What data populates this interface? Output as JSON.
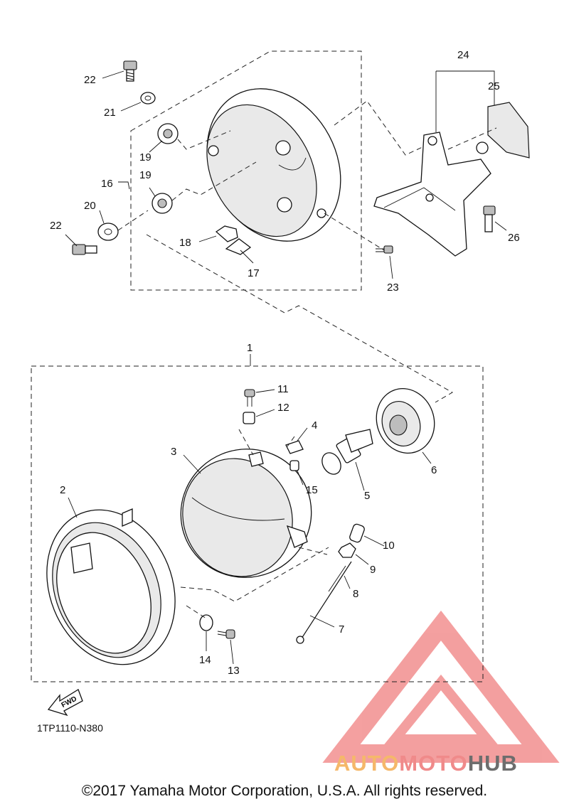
{
  "diagram": {
    "part_callouts": {
      "p1": "1",
      "p2": "2",
      "p3": "3",
      "p4": "4",
      "p5": "5",
      "p6": "6",
      "p7": "7",
      "p8": "8",
      "p9": "9",
      "p10": "10",
      "p11": "11",
      "p12": "12",
      "p13": "13",
      "p14": "14",
      "p15": "15",
      "p16": "16",
      "p17": "17",
      "p18": "18",
      "p19a": "19",
      "p19b": "19",
      "p20": "20",
      "p21": "21",
      "p22a": "22",
      "p22b": "22",
      "p23": "23",
      "p24": "24",
      "p25": "25",
      "p26": "26"
    },
    "fwd_label": "FWD",
    "reference_code": "1TP1110-N380",
    "copyright": "©2017 Yamaha Motor Corporation, U.S.A. All rights reserved."
  },
  "watermark": {
    "brand_part1": "AUTO",
    "brand_part2": "MOTO",
    "brand_part3": "HUB",
    "colors": {
      "triangle": "#f08080",
      "auto": "#f5b86a",
      "moto": "#f08a8a",
      "hub": "#6d6d6d"
    }
  }
}
